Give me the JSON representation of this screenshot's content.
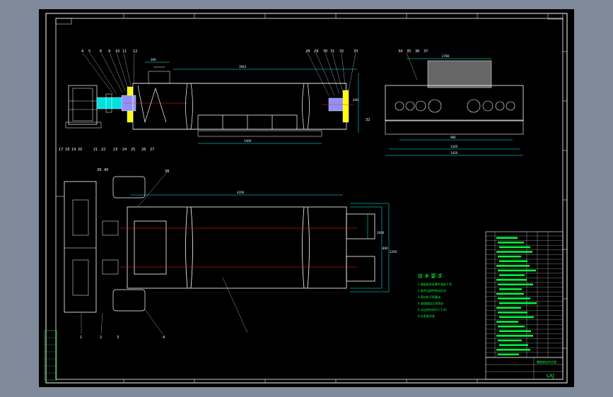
{
  "colors": {
    "background": "#7f8a9a",
    "sheet": "#000000",
    "frame": "#ffffff",
    "dimension": "#00ffff",
    "highlight": "#ffff00",
    "accent_red": "#ff2020",
    "table_green": "#00ff3a"
  },
  "drawing": {
    "top_labels_left": [
      "4",
      "5",
      "6",
      "9",
      "10",
      "11",
      "12"
    ],
    "top_labels_right": [
      "28",
      "29",
      "30",
      "31",
      "32",
      "33"
    ],
    "end_view_labels": [
      "34",
      "35",
      "36",
      "37"
    ],
    "bottom_labels_left": [
      "17",
      "18",
      "19",
      "20",
      "21",
      "22",
      "23",
      "24",
      "25",
      "26",
      "27"
    ],
    "bottom_labels_right": [
      "32"
    ],
    "plan_labels": [
      "38",
      "39",
      "40",
      "1",
      "2",
      "3",
      "4"
    ],
    "dims": {
      "top_span": "3943",
      "upper_left": "260",
      "upper_mid": "440",
      "lower_base": "1400",
      "end_top": "2780",
      "end_mid": "980",
      "end_base1": "1240",
      "end_base2": "1420",
      "plan_span": "4200",
      "plan_right1": "800",
      "plan_right2": "1000",
      "plan_right3": "1200"
    }
  },
  "notes": {
    "heading": "技 术 要 求",
    "lines": [
      "1.装配前所有零件清洗干净",
      "2.各传动部件转动灵活",
      "3.密封处不得漏油",
      "4.减速器加注润滑油",
      "5.试运转时间不少于2h",
      "6.外表面涂漆"
    ]
  },
  "title_block": {
    "drawing_no": "LXJ",
    "project": "螺旋输送机总图"
  }
}
